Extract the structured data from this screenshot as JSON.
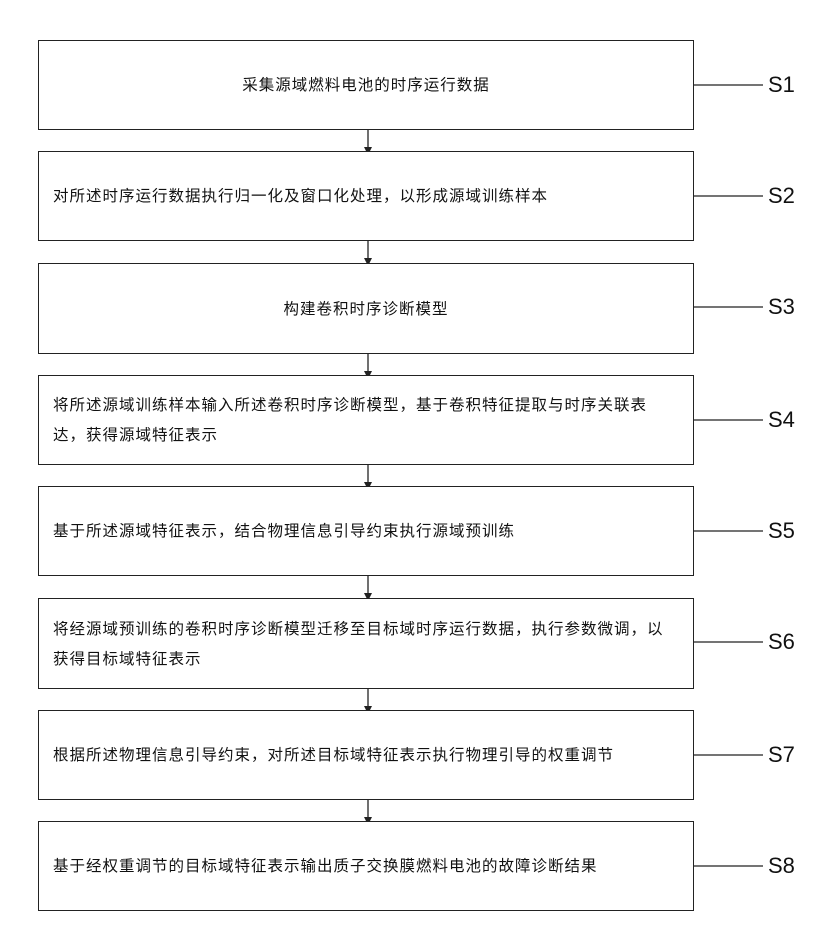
{
  "steps": [
    {
      "id": "S1",
      "label": "S1",
      "text": "采集源域燃料电池的时序运行数据"
    },
    {
      "id": "S2",
      "label": "S2",
      "text": "对所述时序运行数据执行归一化及窗口化处理，以形成源域训练样本"
    },
    {
      "id": "S3",
      "label": "S3",
      "text": "构建卷积时序诊断模型"
    },
    {
      "id": "S4",
      "label": "S4",
      "text": "将所述源域训练样本输入所述卷积时序诊断模型，基于卷积特征提取与时序关联表达，获得源域特征表示"
    },
    {
      "id": "S5",
      "label": "S5",
      "text": "基于所述源域特征表示，结合物理信息引导约束执行源域预训练"
    },
    {
      "id": "S6",
      "label": "S6",
      "text": "将经源域预训练的卷积时序诊断模型迁移至目标域时序运行数据，执行参数微调，以获得目标域特征表示"
    },
    {
      "id": "S7",
      "label": "S7",
      "text": "根据所述物理信息引导约束，对所述目标域特征表示执行物理引导的权重调节"
    },
    {
      "id": "S8",
      "label": "S8",
      "text": "基于经权重调节的目标域特征表示输出质子交换膜燃料电池的故障诊断结果"
    }
  ]
}
